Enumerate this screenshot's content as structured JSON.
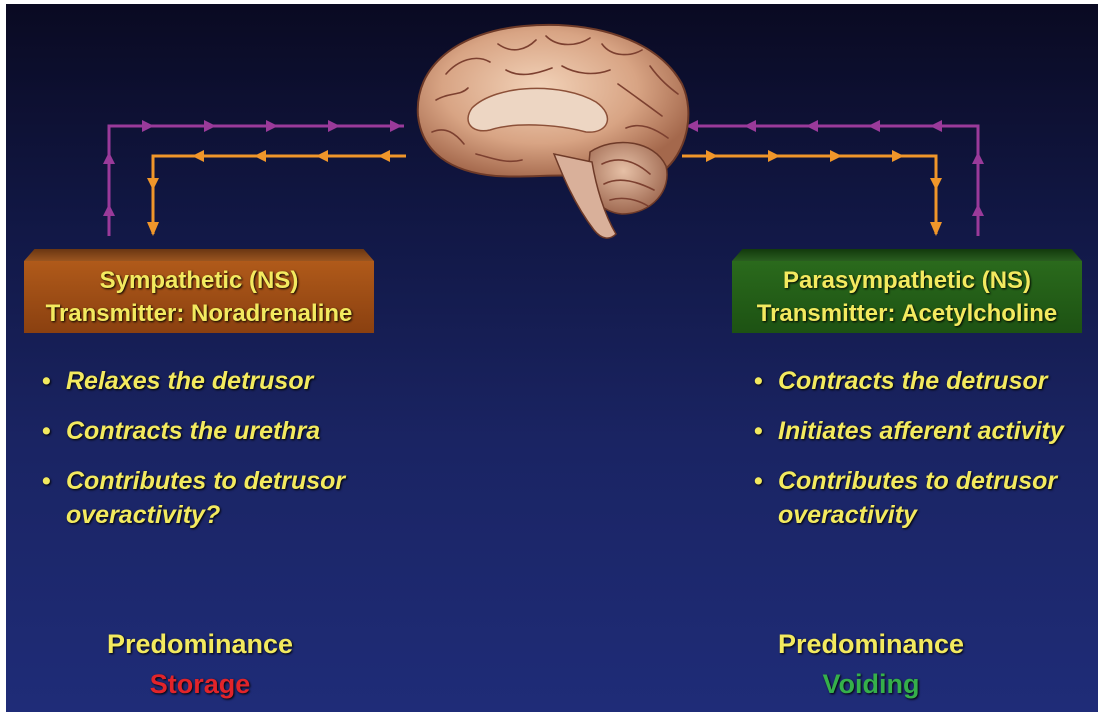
{
  "colors": {
    "sympathetic_box": "#9c4c16",
    "parasympathetic_box": "#23601a",
    "text_yellow": "#f3ea5f",
    "storage_red": "#e2242a",
    "voiding_green": "#35b04a",
    "efferent_orange": "#f0962a",
    "afferent_purple": "#9a3a9a"
  },
  "brain": {
    "icon": "brain-sagittal-section"
  },
  "sympathetic": {
    "title": "Sympathetic (NS)",
    "transmitter": "Transmitter: Noradrenaline",
    "bullets": [
      "Relaxes the detrusor",
      "Contracts the urethra",
      "Contributes to detrusor overactivity?"
    ],
    "predominance_label": "Predominance",
    "predominance_value": "Storage"
  },
  "parasympathetic": {
    "title": "Parasympathetic (NS)",
    "transmitter": "Transmitter: Acetylcholine",
    "bullets": [
      "Contracts the detrusor",
      "Initiates afferent activity",
      "Contributes to detrusor overactivity"
    ],
    "predominance_label": "Predominance",
    "predominance_value": "Voiding"
  }
}
